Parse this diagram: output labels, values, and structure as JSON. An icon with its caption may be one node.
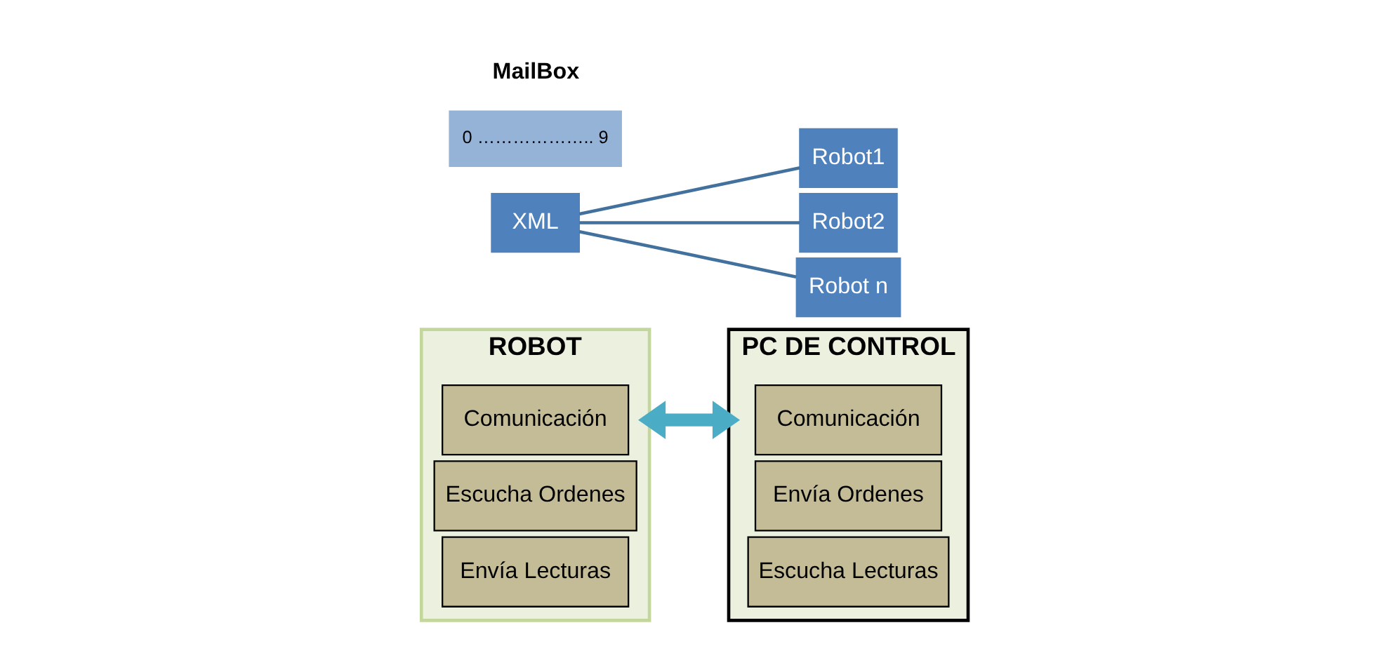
{
  "diagram": {
    "nodes": [
      {
        "text": [
          "ROBOT"
        ]
      },
      {
        "text": [
          "Comunicación"
        ],
        "in": 0
      },
      {
        "text": [
          "Escucha Ordenes"
        ],
        "in": 0
      },
      {
        "text": [
          "Envía Lecturas"
        ],
        "in": 0
      },
      {
        "text": [
          "PC DE CONTROL"
        ]
      },
      {
        "text": [
          "Comunicación"
        ],
        "in": 4
      },
      {
        "text": [
          "Envía Ordenes"
        ],
        "in": 4
      },
      {
        "text": [
          "Escucha Lecturas"
        ],
        "in": 4
      },
      {
        "text": [
          "XML"
        ]
      },
      {
        "text": [
          "Robot1"
        ]
      },
      {
        "text": [
          "Robot2"
        ]
      },
      {
        "text": [
          "Robot n"
        ]
      },
      {
        "text": [
          "0 ……………….. 9"
        ],
        "beside": [
          "MailBox"
        ]
      }
    ],
    "edges": [
      {
        "from": 0,
        "to": 4,
        "arrow": "both",
        "style": "thick",
        "color": "#4bacc6"
      },
      {
        "from": 8,
        "to": 9,
        "arrow": "none"
      },
      {
        "from": 8,
        "to": 10,
        "arrow": "none"
      },
      {
        "from": 8,
        "to": 11,
        "arrow": "none"
      }
    ]
  }
}
